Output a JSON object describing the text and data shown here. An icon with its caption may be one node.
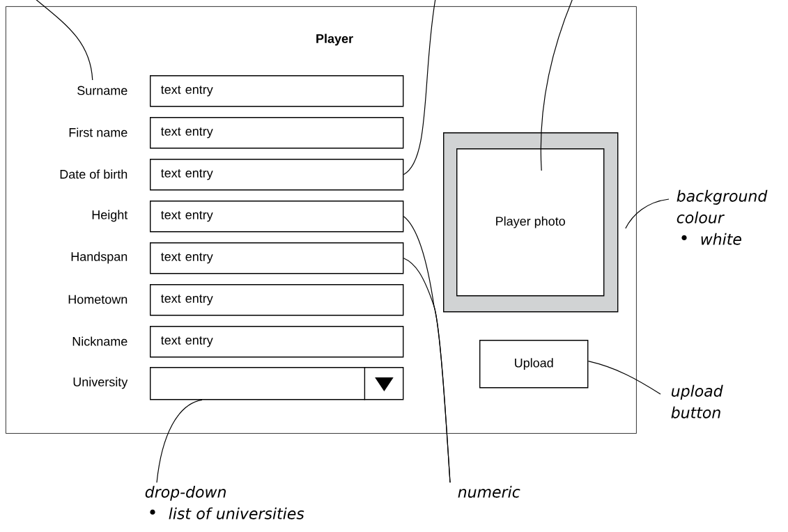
{
  "diagram": {
    "nodes": [
      {
        "text": [
          "Player"
        ]
      },
      {
        "text": [
          "Surname"
        ],
        "in": 0
      },
      {
        "text": [
          "First name"
        ],
        "in": 0
      },
      {
        "text": [
          "Date of birth"
        ],
        "in": 0
      },
      {
        "text": [
          "Height"
        ],
        "in": 0
      },
      {
        "text": [
          "Handspan"
        ],
        "in": 0
      },
      {
        "text": [
          "Hometown"
        ],
        "in": 0
      },
      {
        "text": [
          "Nickname"
        ],
        "in": 0
      },
      {
        "text": [
          "University"
        ],
        "in": 0
      },
      {
        "text": [
          "text entry"
        ],
        "in": 0
      },
      {
        "text": [
          "text entry"
        ],
        "in": 0
      },
      {
        "text": [
          "text entry"
        ],
        "in": 0
      },
      {
        "text": [
          "text entry"
        ],
        "in": 0
      },
      {
        "text": [
          "text entry"
        ],
        "in": 0
      },
      {
        "text": [
          "text entry"
        ],
        "in": 0
      },
      {
        "text": [
          "text entry"
        ],
        "in": 0
      },
      {
        "text": [],
        "shape": "box",
        "in": 0
      },
      {
        "text": [],
        "shape": "box",
        "in": 0
      },
      {
        "text": [
          "Player photo"
        ],
        "in": 17
      },
      {
        "text": [
          "Upload"
        ],
        "in": 0
      },
      {
        "text": [
          "background colour",
          "white"
        ]
      },
      {
        "text": [
          "upload button"
        ]
      },
      {
        "text": [
          "numeric"
        ]
      },
      {
        "text": [
          "drop-down",
          "list of universities"
        ]
      }
    ],
    "edges": [
      {
        "from": null,
        "to": 1,
        "arrow": "none"
      },
      {
        "from": null,
        "to": 11,
        "arrow": "none"
      },
      {
        "from": null,
        "to": 18,
        "arrow": "none"
      },
      {
        "from": 20,
        "to": 0,
        "arrow": "none"
      },
      {
        "from": 21,
        "to": 19,
        "arrow": "none"
      },
      {
        "from": 22,
        "to": 12,
        "arrow": "none"
      },
      {
        "from": 22,
        "to": 13,
        "arrow": "none"
      },
      {
        "from": 23,
        "to": 16,
        "arrow": "none"
      }
    ]
  }
}
